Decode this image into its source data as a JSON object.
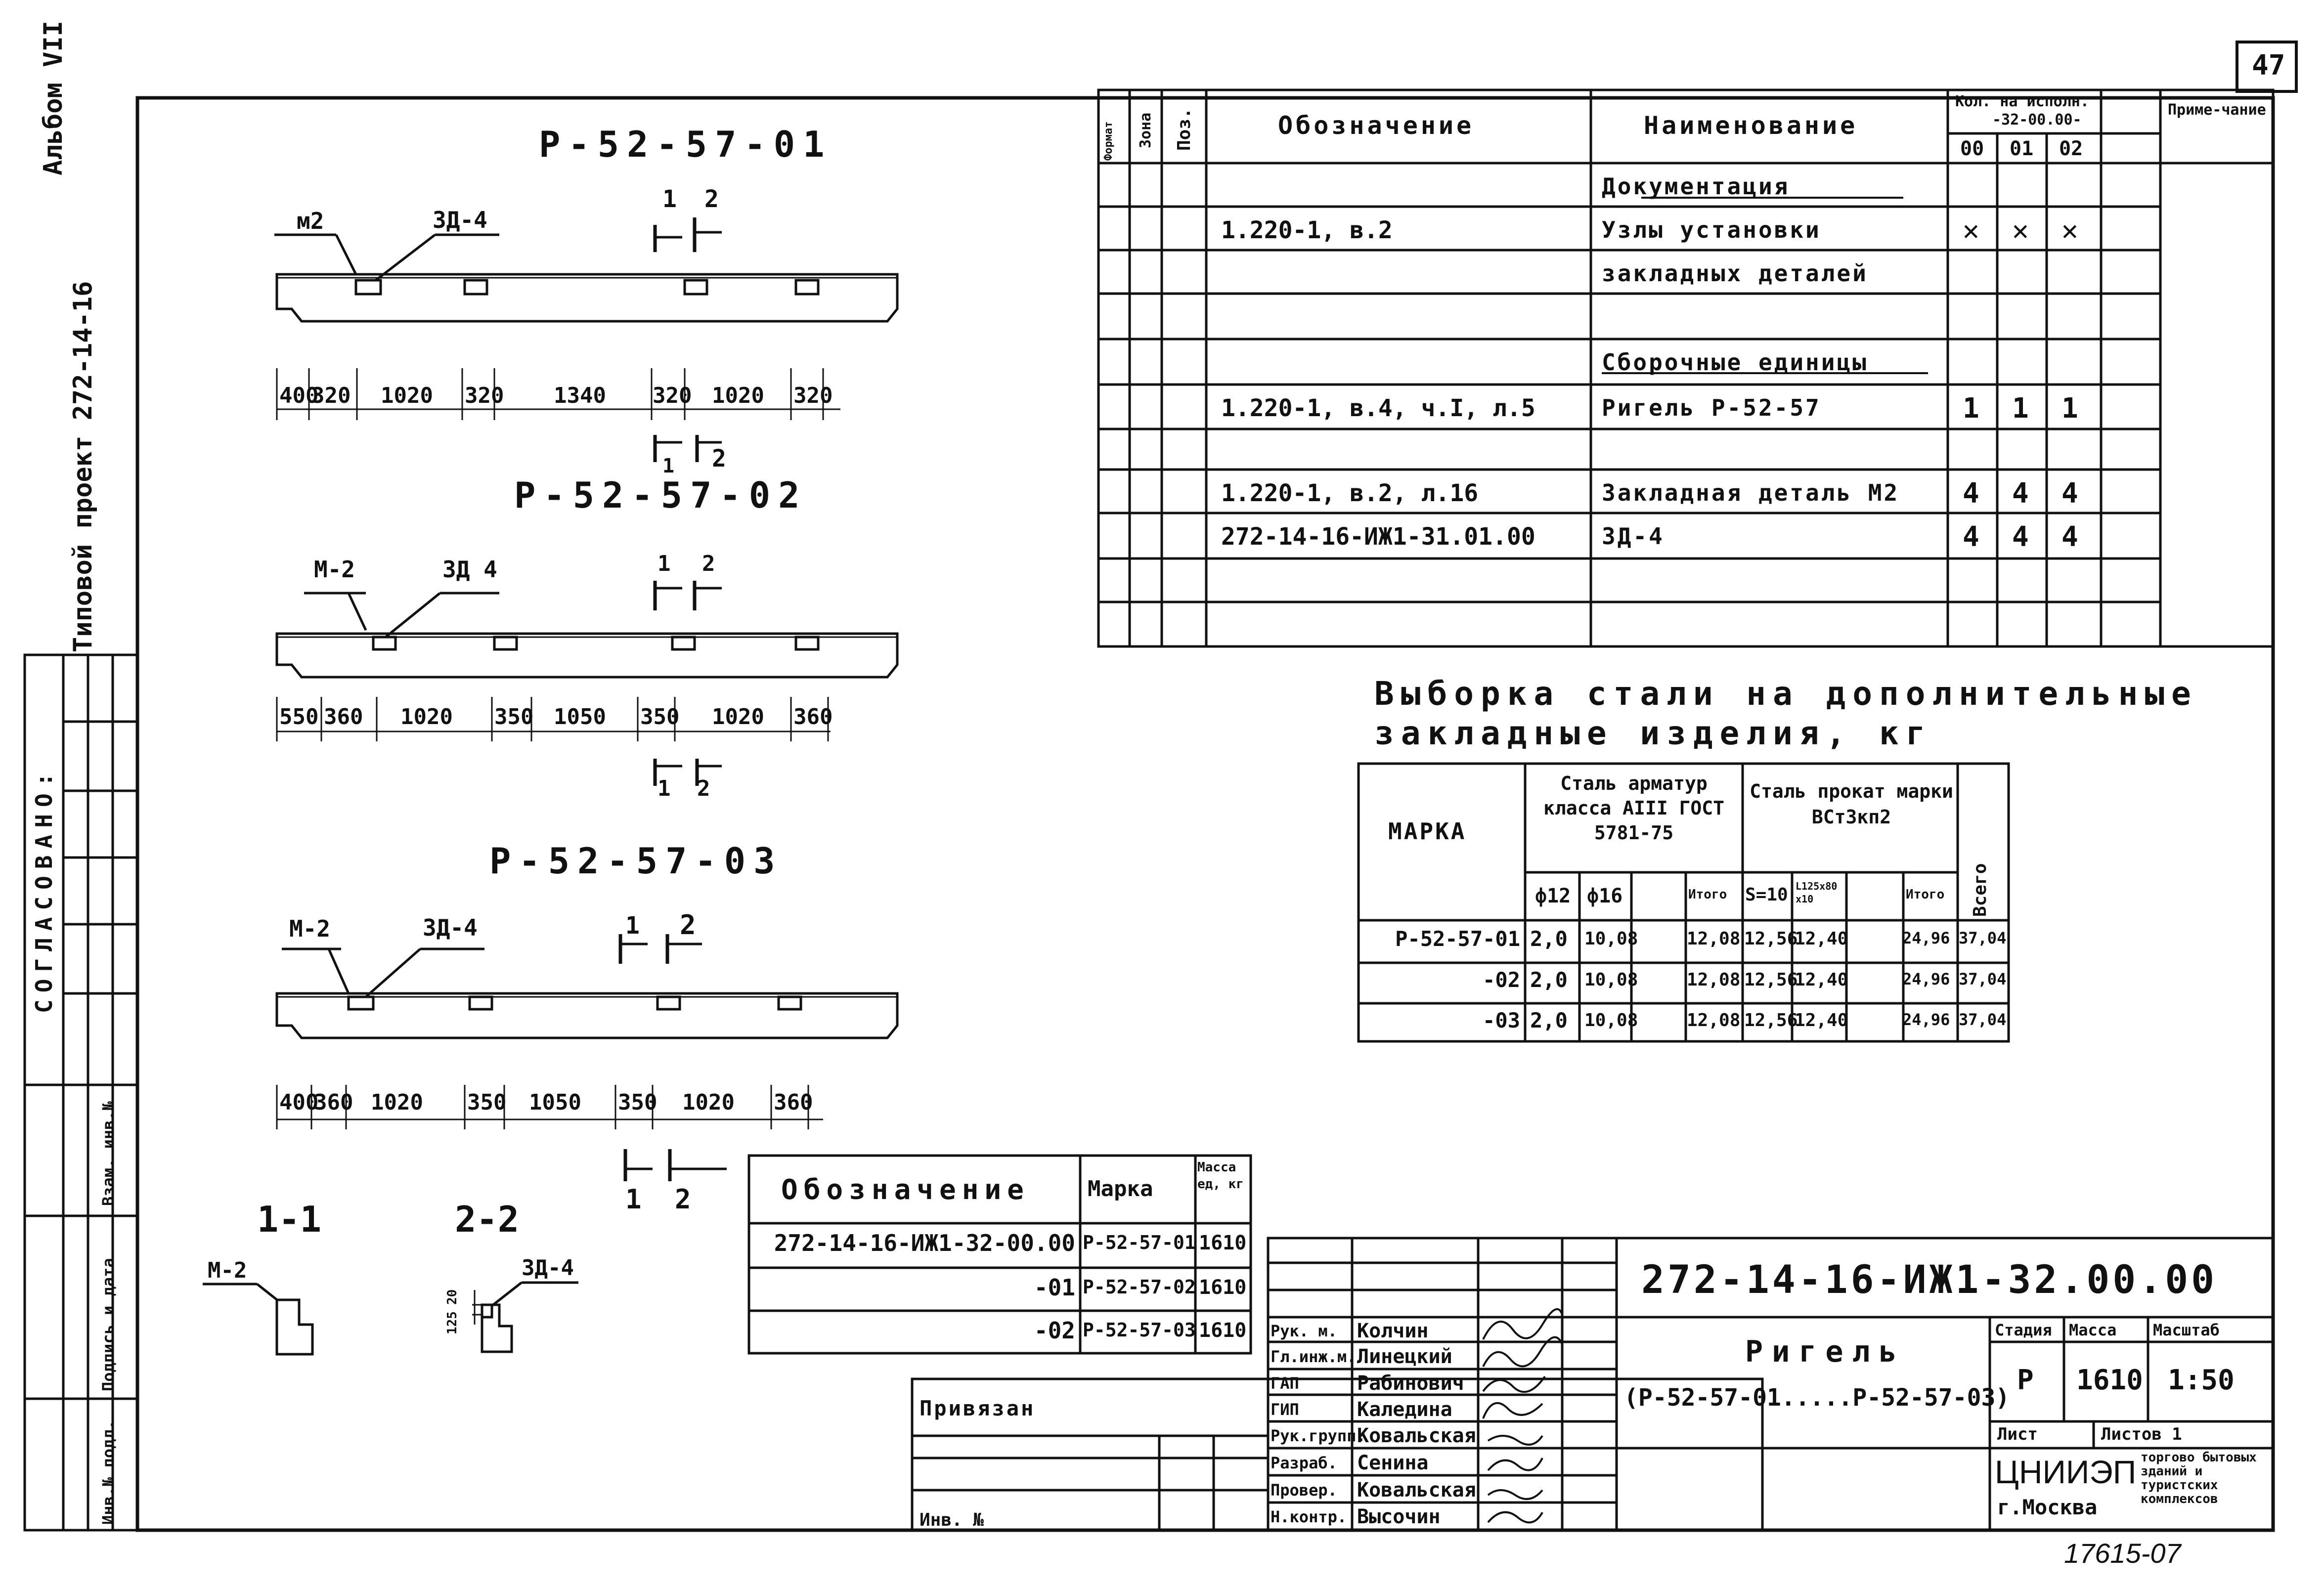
{
  "sheet_no": "47",
  "margin": {
    "album": "Альбом VII",
    "project": "Типовой проект 272-14-16",
    "agreed": "СОГЛАСОВАНО:",
    "inv_podl": "Инв.№ подл.",
    "podpis_data": "Подпись и дата",
    "vzam_inv": "Взам. инв.№"
  },
  "views": [
    {
      "title": "Р-52-57-01",
      "m_label": "м2",
      "zd_label": "ЗД-4",
      "sec1": "1",
      "sec2": "2",
      "dims": [
        "400",
        "320",
        "1020",
        "320",
        "1340",
        "320",
        "1020",
        "320"
      ]
    },
    {
      "title": "Р-52-57-02",
      "m_label": "М-2",
      "zd_label": "ЗД 4",
      "sec1": "1",
      "sec2": "2",
      "dims": [
        "550",
        "360",
        "1020",
        "350",
        "1050",
        "350",
        "1020",
        "360"
      ]
    },
    {
      "title": "Р-52-57-03",
      "m_label": "М-2",
      "zd_label": "ЗД-4",
      "sec1": "1",
      "sec2": "2",
      "dims": [
        "400",
        "360",
        "1020",
        "350",
        "1050",
        "350",
        "1020",
        "360"
      ]
    }
  ],
  "sections": {
    "s1_title": "1-1",
    "s1_label": "М-2",
    "s2_title": "2-2",
    "s2_label": "ЗД-4",
    "s2_dim1": "20",
    "s2_dim2": "125"
  },
  "spec": {
    "headers": {
      "format": "Формат",
      "zone": "Зона",
      "pos": "Поз.",
      "designation": "Обозначение",
      "name": "Наименование",
      "qty": "Кол. на исполн.",
      "qty_sub": "-32-00.00-",
      "q00": "00",
      "q01": "01",
      "q02": "02",
      "note": "Приме-чание"
    },
    "rows": [
      {
        "des": "",
        "name": "Документация",
        "q00": "",
        "q01": "",
        "q02": ""
      },
      {
        "des": "1.220-1, в.2",
        "name": "Узлы установки",
        "q00": "✕",
        "q01": "✕",
        "q02": "✕"
      },
      {
        "des": "",
        "name": "закладных деталей",
        "q00": "",
        "q01": "",
        "q02": ""
      },
      {
        "des": "",
        "name": "",
        "q00": "",
        "q01": "",
        "q02": ""
      },
      {
        "des": "",
        "name": "Сборочные единицы",
        "q00": "",
        "q01": "",
        "q02": ""
      },
      {
        "des": "1.220-1, в.4, ч.I, л.5",
        "name": "Ригель Р-52-57",
        "q00": "1",
        "q01": "1",
        "q02": "1"
      },
      {
        "des": "",
        "name": "",
        "q00": "",
        "q01": "",
        "q02": ""
      },
      {
        "des": "1.220-1, в.2, л.16",
        "name": "Закладная деталь М2",
        "q00": "4",
        "q01": "4",
        "q02": "4"
      },
      {
        "des": "272-14-16-ИЖ1-31.01.00",
        "name": "ЗД-4",
        "q00": "4",
        "q01": "4",
        "q02": "4"
      },
      {
        "des": "",
        "name": "",
        "q00": "",
        "q01": "",
        "q02": ""
      },
      {
        "des": "",
        "name": "",
        "q00": "",
        "q01": "",
        "q02": ""
      }
    ]
  },
  "steel": {
    "title1": "Выборка стали на дополнительные",
    "title2": "закладные изделия, кг",
    "h_mark": "МАРКА",
    "h_armatura": "Сталь арматур класса АIII ГОСТ 5781-75",
    "h_prokat": "Сталь прокат марки ВСт3кп2",
    "h_total": "Всего",
    "h_f12": "ф12",
    "h_f16": "ф16",
    "h_itogo1": "Итого",
    "h_s10": "S=10",
    "h_l125": "L125х80х10",
    "h_itogo2": "Итого",
    "rows": [
      {
        "mark": "Р-52-57-01",
        "f12": "2,0",
        "f16": "10,08",
        "it1": "12,08",
        "s10": "12,56",
        "l125": "12,40",
        "it2": "24,96",
        "all": "37,04"
      },
      {
        "mark": "-02",
        "f12": "2,0",
        "f16": "10,08",
        "it1": "12,08",
        "s10": "12,56",
        "l125": "12,40",
        "it2": "24,96",
        "all": "37,04"
      },
      {
        "mark": "-03",
        "f12": "2,0",
        "f16": "10,08",
        "it1": "12,08",
        "s10": "12,56",
        "l125": "12,40",
        "it2": "24,96",
        "all": "37,04"
      }
    ]
  },
  "marks": {
    "h_des": "Обозначение",
    "h_mark": "Марка",
    "h_mass": "Масса ед, кг",
    "rows": [
      {
        "des": "272-14-16-ИЖ1-32-00.00",
        "mark": "Р-52-57-01",
        "mass": "1610"
      },
      {
        "des": "-01",
        "mark": "Р-52-57-02",
        "mass": "1610"
      },
      {
        "des": "-02",
        "mark": "Р-52-57-03",
        "mass": "1610"
      }
    ]
  },
  "privyazan": {
    "label": "Привязан",
    "inv": "Инв. №"
  },
  "title_block": {
    "code": "272-14-16-ИЖ1-32.00.00",
    "name1": "Ригель",
    "name2": "(Р-52-57-01.....Р-52-57-03)",
    "stage_h": "Стадия",
    "mass_h": "Масса",
    "scale_h": "Масштаб",
    "stage": "Р",
    "mass": "1610",
    "scale": "1:50",
    "list": "Лист",
    "listov": "Листов 1",
    "org": "ЦНИИЭП",
    "city": "г.Москва",
    "org_note": "торгово бытовых зданий и туристских комплексов",
    "people": [
      {
        "role": "Рук. м.",
        "name": "Колчин"
      },
      {
        "role": "Гл.инж.м.",
        "name": "Линецкий"
      },
      {
        "role": "ГАП",
        "name": "Рабинович"
      },
      {
        "role": "ГИП",
        "name": "Каледина"
      },
      {
        "role": "Рук.групп.",
        "name": "Ковальская"
      },
      {
        "role": "Разраб.",
        "name": "Сенина"
      },
      {
        "role": "Провер.",
        "name": "Ковальская"
      },
      {
        "role": "Н.контр.",
        "name": "Высочин"
      }
    ]
  },
  "stamp_no": "17615-07"
}
